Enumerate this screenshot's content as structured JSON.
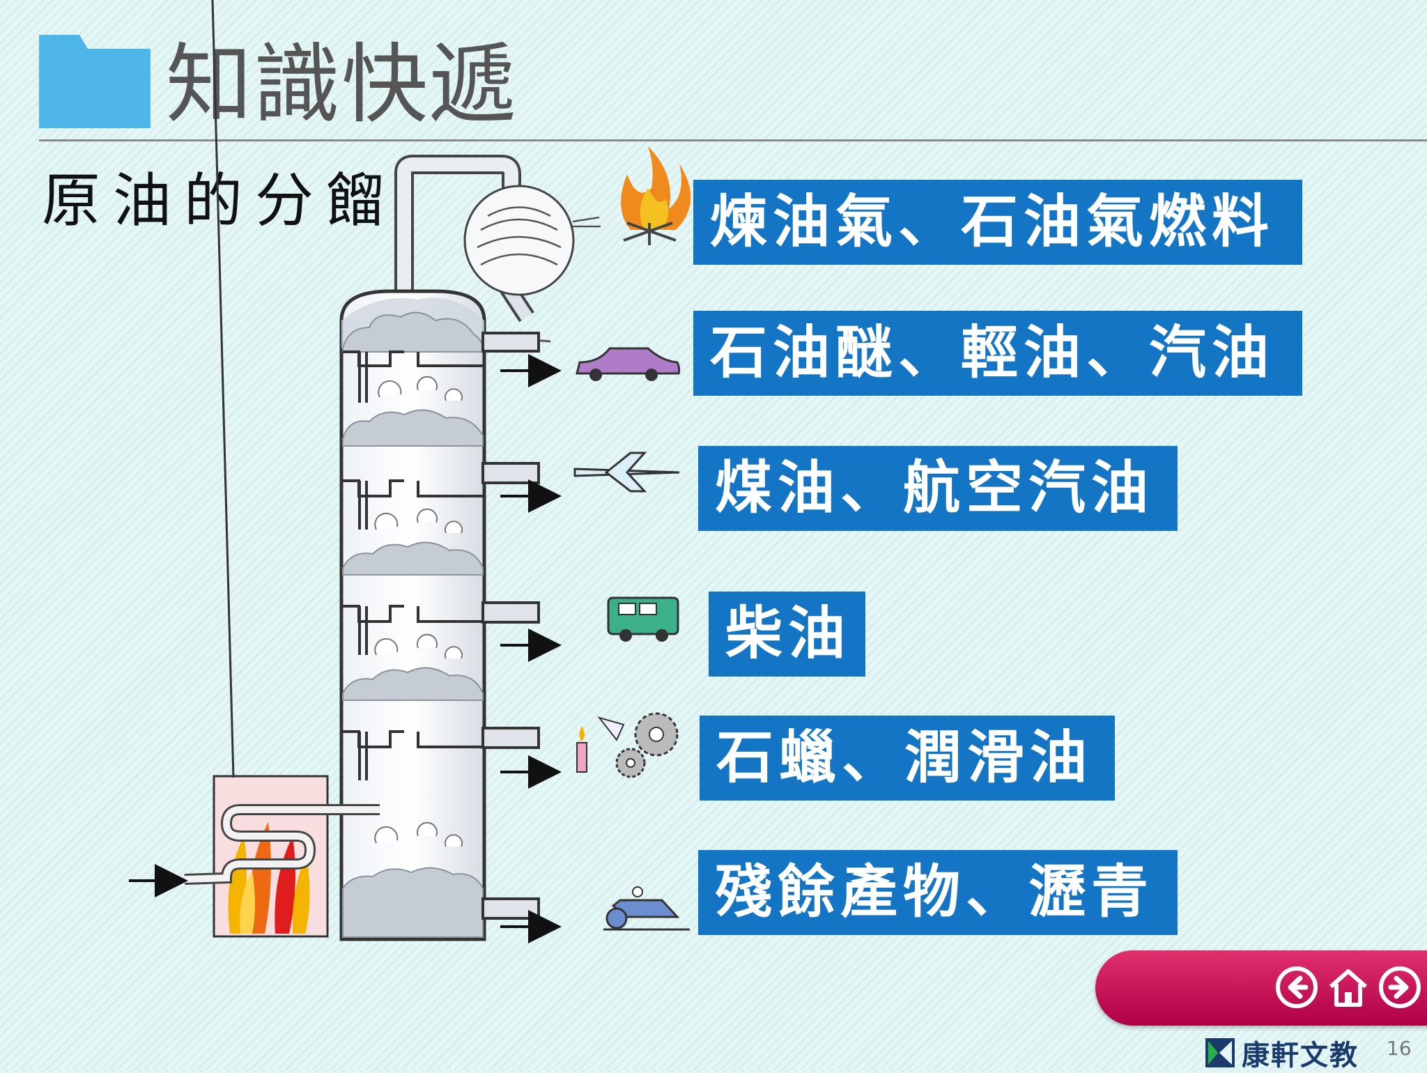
{
  "header": {
    "title": "知識快遞"
  },
  "section": {
    "subtitle": "原油的分餾"
  },
  "products": [
    {
      "label": "煉油氣、石油氣燃料",
      "icon": "fire-icon"
    },
    {
      "label": "石油醚、輕油、汽油",
      "icon": "car-icon"
    },
    {
      "label": "煤油、航空汽油",
      "icon": "airplane-icon"
    },
    {
      "label": "柴油",
      "icon": "truck-icon"
    },
    {
      "label": "石蠟、潤滑油",
      "icon": "candle-gears-icon"
    },
    {
      "label": "殘餘產物、瀝青",
      "icon": "tractor-icon"
    }
  ],
  "navigation": {
    "prev_icon": "arrow-left-icon",
    "home_icon": "home-icon",
    "next_icon": "arrow-right-icon"
  },
  "footer": {
    "brand": "康軒文教",
    "page_number": "16"
  },
  "colors": {
    "label_bg": "#1475c4",
    "nav_bar": "#c8105a",
    "folder": "#4fb6ea"
  }
}
